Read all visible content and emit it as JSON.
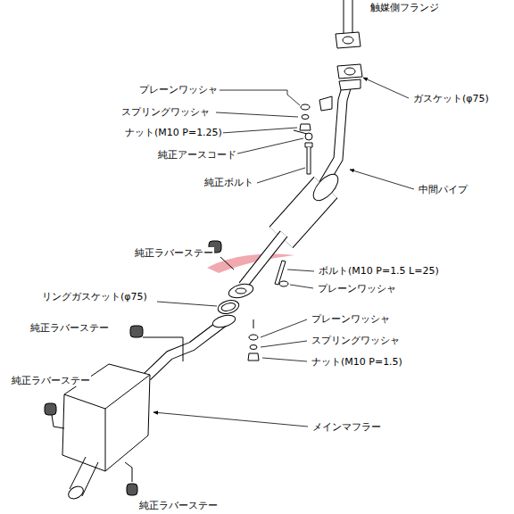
{
  "diagram": {
    "labels": [
      "触媒側フランジ",
      "プレーンワッシャ",
      "スプリングワッシャ",
      "ナット(M10 P=1.25)",
      "純正アースコード",
      "純正ボルト",
      "ガスケット(φ75)",
      "中間パイプ",
      "純正ラバーステー",
      "ボルト(M10 P=1.5 L=25)",
      "プレーンワッシャ",
      "リングガスケット(φ75)",
      "純正ラバーステー",
      "プレーンワッシャ",
      "スプリングワッシャ",
      "ナット(M10 P=1.5)",
      "メインマフラー",
      "純正ラバーステー",
      "純正ラバーステー"
    ]
  }
}
